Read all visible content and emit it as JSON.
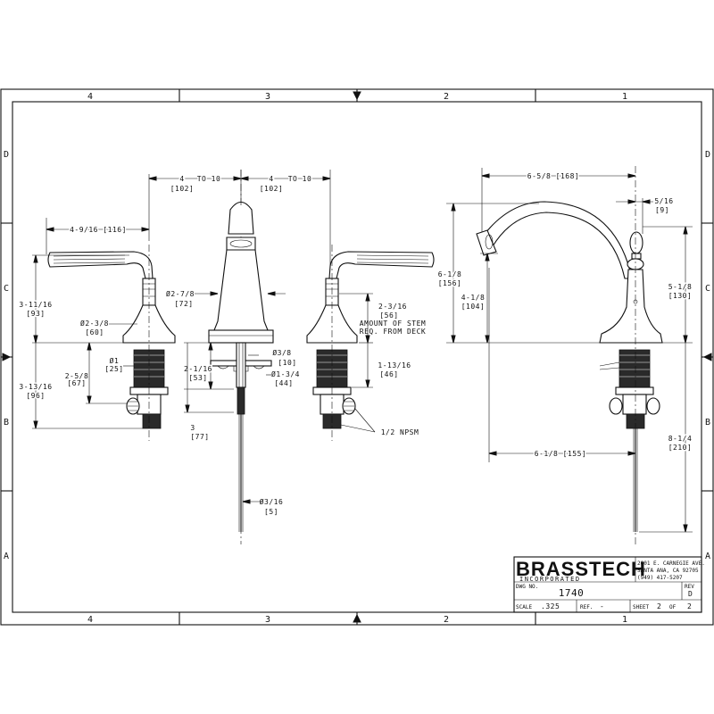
{
  "zones": {
    "columns": [
      "4",
      "3",
      "2",
      "1"
    ],
    "rows": [
      "D",
      "C",
      "B",
      "A"
    ]
  },
  "left_view": {
    "dims": {
      "d1": "4-9/16 [116]",
      "d2": "3-11/16",
      "d2m": "[93]",
      "d3": "Ø2-3/8",
      "d3m": "[60]",
      "d4": "Ø1",
      "d4m": "[25]",
      "d5": "2-5/8",
      "d5m": "[67]",
      "d6": "3-13/16",
      "d6m": "[96]"
    }
  },
  "center_view": {
    "dims": {
      "spread_left": "4",
      "spread_left_m": "[102]",
      "to_left": "TO 10",
      "spread_right": "4",
      "spread_right_m": "[102]",
      "to_right": "TO 10",
      "d_spout": "Ø2-7/8",
      "d_spout_m": "[72]",
      "d_rod": "Ø3/8",
      "d_rod_m": "[10]",
      "d_nut": "Ø1-3/4",
      "d_nut_m": "[44]",
      "h_shank": "2-1/16",
      "h_shank_m": "[53]",
      "h_3": "3",
      "h_3_m": "[77]",
      "d_tail": "Ø3/16",
      "d_tail_m": "[5]"
    }
  },
  "right_valve": {
    "dims": {
      "stem": "2-3/16",
      "stem_m": "[56]",
      "stem_note1": "AMOUNT OF STEM",
      "stem_note2": "REQ. FROM DECK",
      "h_46": "1-13/16",
      "h_46_m": "[46]",
      "npsm": "1/2 NPSM"
    }
  },
  "side_view": {
    "dims": {
      "reach": "6-5/8 [168]",
      "h_top": "6-1/8",
      "h_top_m": "[156]",
      "h_spout": "4-1/8",
      "h_spout_m": "[104]",
      "knob": "5/16",
      "knob_m": "[9]",
      "h_body": "5-1/8",
      "h_body_m": "[130]",
      "offset": "6-1/8 [155]",
      "below": "8-1/4",
      "below_m": "[210]"
    }
  },
  "title_block": {
    "company": "BRASSTECH",
    "incorporated": "INCORPORATED",
    "addr1": "2001 E. CARNEGIE AVE.",
    "addr2": "SANTA ANA, CA 92705",
    "phone": "(949) 417-5207",
    "dwg_label": "DWG NO.",
    "dwg_no": "1740",
    "rev_label": "REV",
    "rev": "D",
    "scale_label": "SCALE",
    "scale": ".325",
    "ref_label": "REF.",
    "ref": "-",
    "sheet_label": "SHEET",
    "sheet": "2",
    "of_label": "OF",
    "of": "2"
  }
}
